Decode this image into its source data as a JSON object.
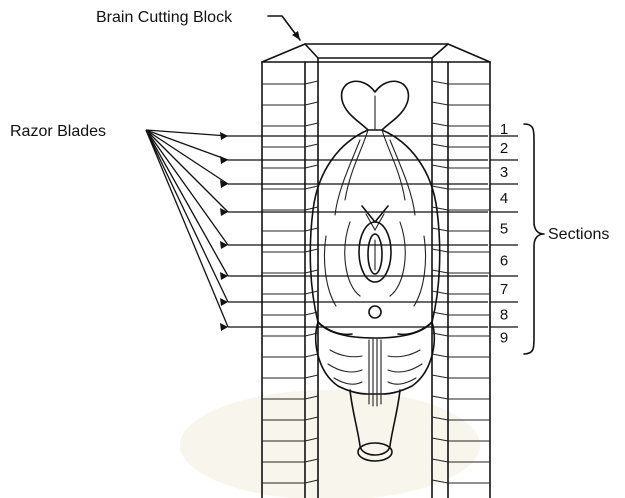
{
  "labels": {
    "block": "Brain Cutting Block",
    "blades": "Razor Blades",
    "sections": "Sections"
  },
  "section_numbers": [
    "1",
    "2",
    "3",
    "4",
    "5",
    "6",
    "7",
    "8",
    "9"
  ]
}
